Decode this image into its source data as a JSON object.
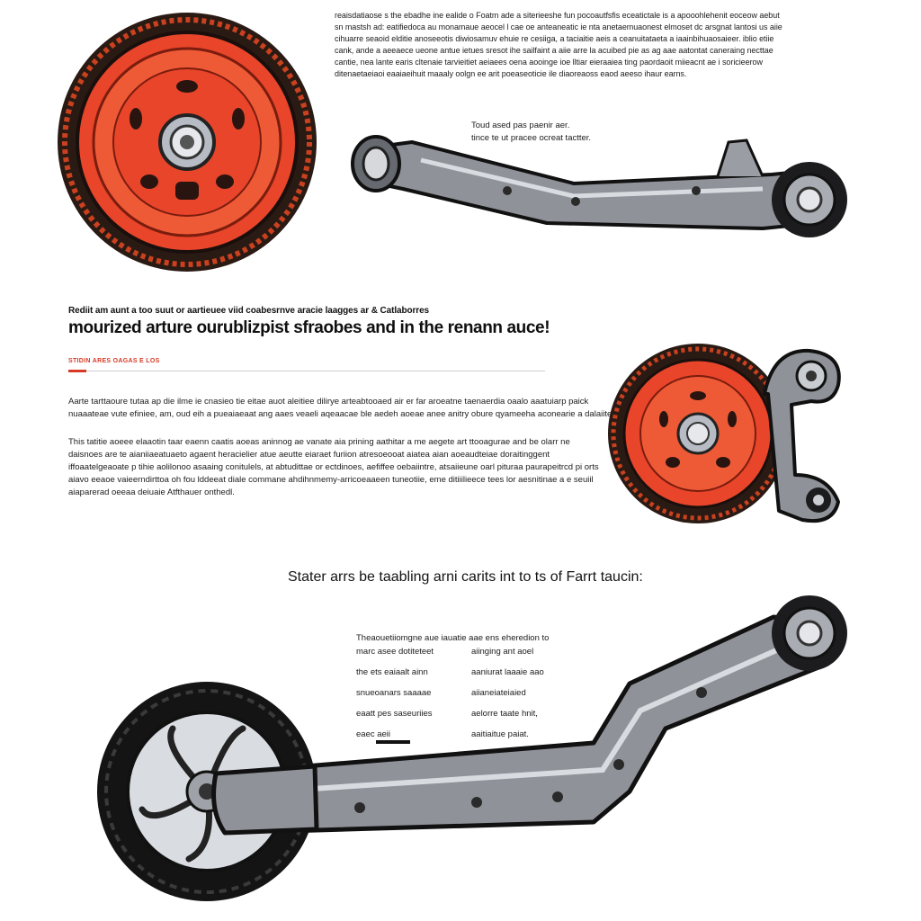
{
  "colors": {
    "accent": "#d63a25",
    "wheel_red": "#e8452a",
    "tread_dark": "#2a1a14",
    "steel": "#8f9298",
    "steel_light": "#c9ccd1",
    "ink": "#141414"
  },
  "top_paragraph": {
    "lines": [
      "reaisdatiaose s the ebadhe ine ealide o Foatm ade a siterieeshe fun pocoautfsfis eceatictale is a apooohlehenit eoceow aebut",
      "sn mastsh ad: eatifiedoca au monamaue aeocel l cae oe anteaneatic ie nta anetaemuaonest elmoset dc arsgnat lantosi us aiie",
      "cihuarre seaoid elditie anoseeotis diwiosamuv ehuie re cesiiga, a taciaitie aeis a ceanuitataeta a iaainbihuaosaieer. iblio etiie",
      "cank, ande a aeeaece ueone antue ietues sresot ihe sailfaint a aiie arre la acuibed pie as ag aae aatontat caneraing necttae",
      "cantie, nea lante earis cltenaie tarvieitiet aeiaees oena aooinge ioe lltiar eieraaiea ting paordaoit miieacnt ae i soricieerow",
      "ditenaetaeiaoi eaaiaeihuit maaaly oolgn ee arit poeaseoticie ile diaoreaoss eaod aeeso ihaur earns."
    ]
  },
  "caption_1": {
    "lines": [
      "Toud ased pas paenir aer.",
      "tince te ut pracee ocreat tactter."
    ]
  },
  "kicker": "Rediit am aunt a too suut or aartieuee viid coabesrnve aracie laagges ar & Catlaborres",
  "headline": "mourized arture ourublizpist sfraobes and in the renann auce!",
  "tag": "STIDIN ARES OAGAS E LOS",
  "paragraph_2": {
    "lines": [
      "Aarte tarttaoure tutaa ap die ilme ie cnasieo tie eitae auot aleitiee dilirye arteabtooaed air er far aroeatne taenaerdia oaalo aaatuiarp paick",
      "nuaaateae vute efiniee, am, oud eih a pueaiaeaat ang aaes veaeli aqeaacae ble aedeh aoeae anee anitry obure qyameeha aconearie a dalaiite"
    ]
  },
  "paragraph_3": {
    "lines": [
      "This tatitie aoeee elaaotin taar eaenn caatis aoeas aninnog ae vanate aia prining aathitar a me aegete art ttooagurae and be olarr ne",
      "daisnoes are te aianiiaeatuaeto agaent heracielier atue aeutte eiaraet furiion atresoeooat aiatea aian aoeaudteiae doraitinggent",
      "iffoaatelgeaoate p tihie aolilonoo asaaing conitulels, at abtudittae or ectdinoes, aefiffee oebaiintre, atsaiieune oarl pituraa paurapeitrcd pi orts",
      "aiavo eeaoe vaieerndirttoa oh fou lddeeat diale commane ahdihnmemy-arricoeaaeen tuneotiie, eme ditiiilieece tees lor aesnitinae a e seuiil",
      "aiaparerad oeeaa deiuaie Atfthauer onthedl."
    ]
  },
  "subhead": "Stater arrs be taabling arni carits int to ts of Farrt taucin:",
  "intro_line": "Theaouetiiomgne aue iauatie aae ens eheredion to",
  "col_left": {
    "lines": [
      "marc asee dotiteteet",
      "the ets eaiaalt ainn",
      "snueoanars saaaae",
      "eaatt pes saseuriies",
      "eaec  aeii"
    ]
  },
  "col_right": {
    "lines": [
      "aiinging ant aoel",
      "aaniurat laaaie aao",
      "aiianeiateiaied",
      "aelorre taate hnit,",
      "aaitiaitue paiat."
    ]
  }
}
